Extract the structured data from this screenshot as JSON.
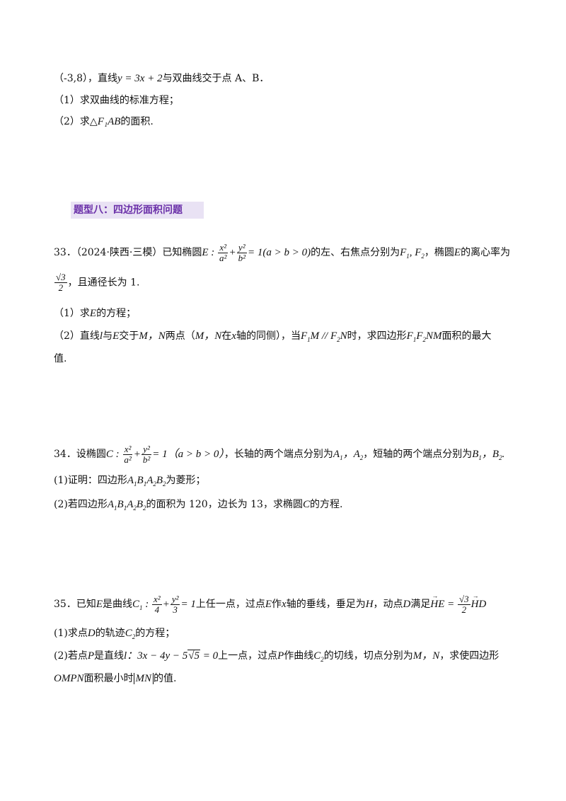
{
  "q32_tail": {
    "line1_pre": "（-3,8），直线",
    "line1_eq": "y = 3x + 2",
    "line1_post": "与双曲线交于点 A、B．",
    "sub1": "（1）求双曲线的标准方程；",
    "sub2_pre": "（2）求△",
    "sub2_math": "F₁AB",
    "sub2_post": "的面积."
  },
  "section_heading": "题型八：四边形面积问题",
  "q33": {
    "number": "33．",
    "source": "（2024·陕西·三模）",
    "text1_a": "已知椭圆",
    "text1_b": "的左、右焦点分别为",
    "text1_c": "，椭圆",
    "text1_d": "的离心率为",
    "ecc_num": "√3",
    "ecc_den": "2",
    "text2": "，且通径长为 1.",
    "sub1": "（1）求",
    "sub1_b": "的方程；",
    "sub2_a": "（2）直线",
    "sub2_b": "与",
    "sub2_c": "交于",
    "sub2_d": "两点（",
    "sub2_e": "在",
    "sub2_f": "轴的同侧），当",
    "sub2_g": "时，求四边形",
    "sub2_h": "面积的最大",
    "sub2_end": "值."
  },
  "q34": {
    "number": "34．",
    "text_a": "设椭圆",
    "text_b": "，长轴的两个端点分别为",
    "text_c": "，短轴的两个端点分别为",
    "sub1_a": "(1)证明：四边形",
    "sub1_b": "为菱形；",
    "sub2_a": "(2)若四边形",
    "sub2_b": "的面积为 120，边长为 13，求椭圆",
    "sub2_c": "的方程."
  },
  "q35": {
    "number": "35．",
    "text_a": "已知",
    "text_b": "是曲线",
    "text_c": "上任一点，过点",
    "text_d": "作",
    "text_e": "轴的垂线，垂足为",
    "text_f": "，动点",
    "text_g": "满足",
    "sub1_a": "(1)求点",
    "sub1_b": "的轨迹",
    "sub1_c": "的方程；",
    "sub2_a": "(2)若点",
    "sub2_b": "是直线",
    "sub2_c": "上一点，过点",
    "sub2_d": "作曲线",
    "sub2_e": "的切线，切点分别为",
    "sub2_f": "，求使四边形",
    "sub2_g": "面积最小时",
    "sub2_h": "的值."
  }
}
